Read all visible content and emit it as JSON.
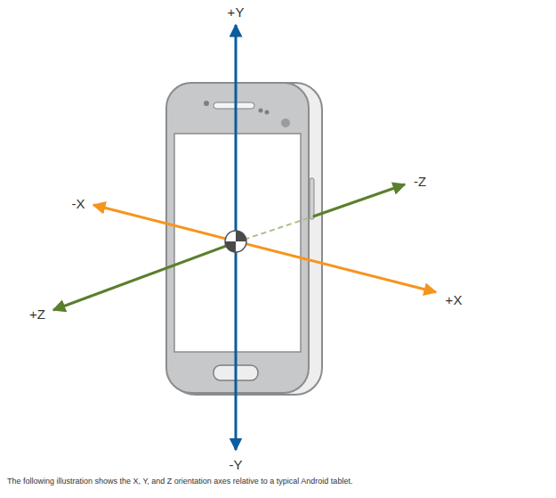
{
  "diagram": {
    "caption": "The following illustration shows the X, Y, and Z orientation axes relative to a typical Android tablet.",
    "labels": [
      "+Y",
      "-X",
      "-Z",
      "+Z",
      "+X",
      "-Y"
    ]
  }
}
